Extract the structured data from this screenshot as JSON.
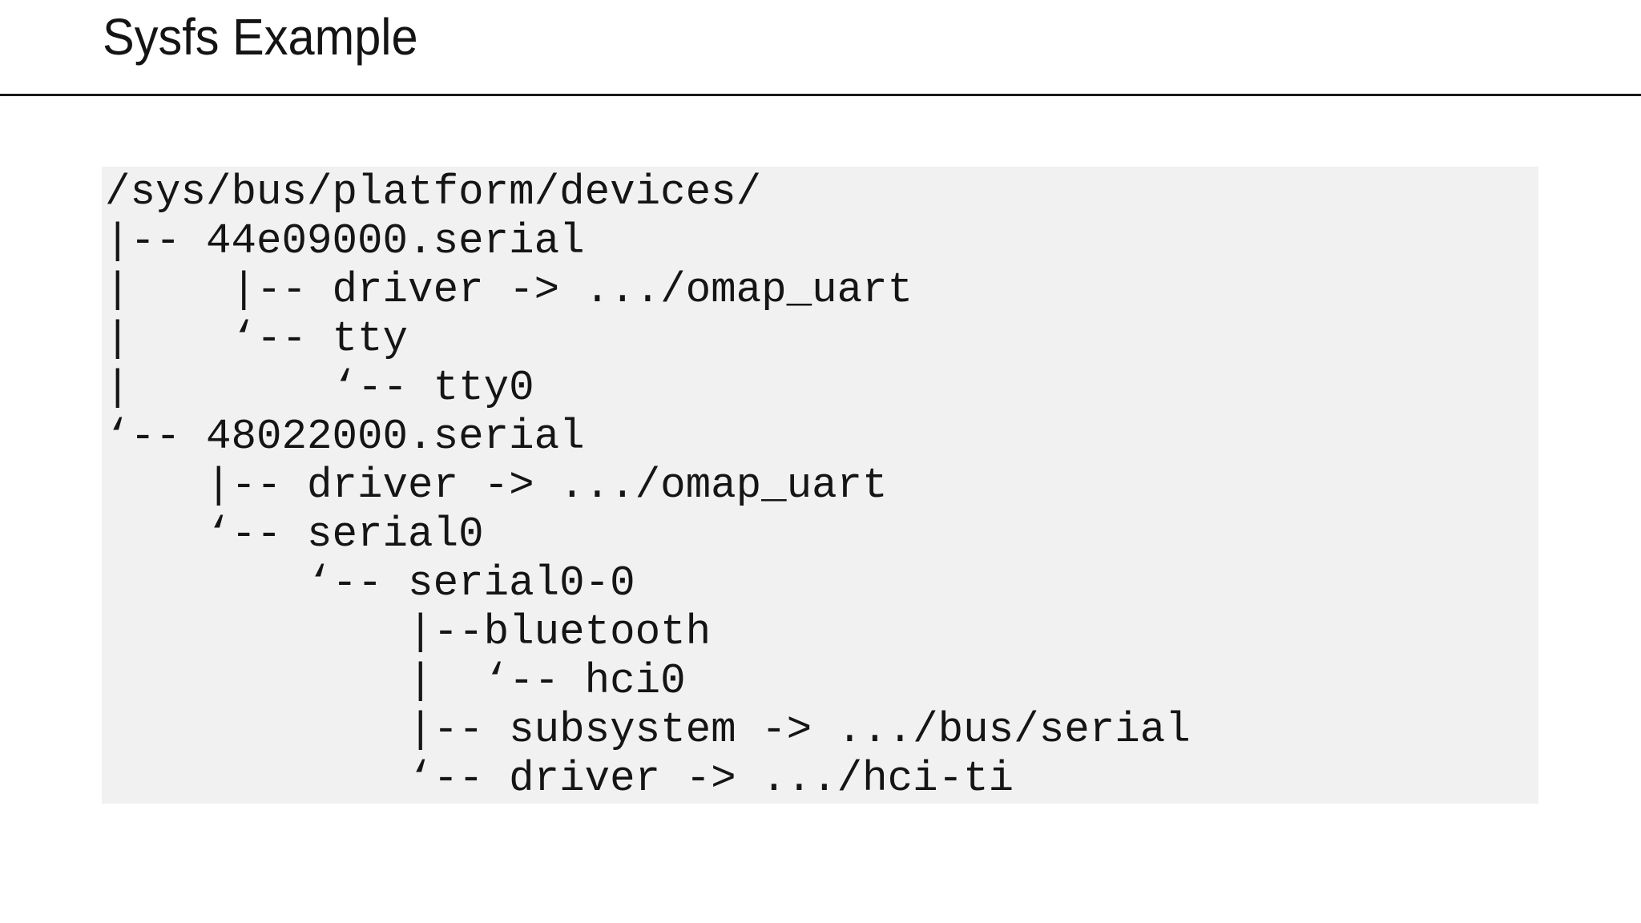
{
  "slide": {
    "title": "Sysfs Example"
  },
  "code_block": {
    "lines": [
      "/sys/bus/platform/devices/",
      "|-- 44e09000.serial",
      "|    |-- driver -> .../omap_uart",
      "|    ‘-- tty",
      "|        ‘-- tty0",
      "‘-- 48022000.serial",
      "    |-- driver -> .../omap_uart",
      "    ‘-- serial0",
      "        ‘-- serial0-0",
      "            |--bluetooth",
      "            |  ‘-- hci0",
      "            |-- subsystem -> .../bus/serial",
      "            ‘-- driver -> .../hci-ti"
    ]
  },
  "colors": {
    "page_background": "#ffffff",
    "code_background": "#f1f1f2",
    "text": "#151515",
    "rule": "#1a1a1a"
  }
}
